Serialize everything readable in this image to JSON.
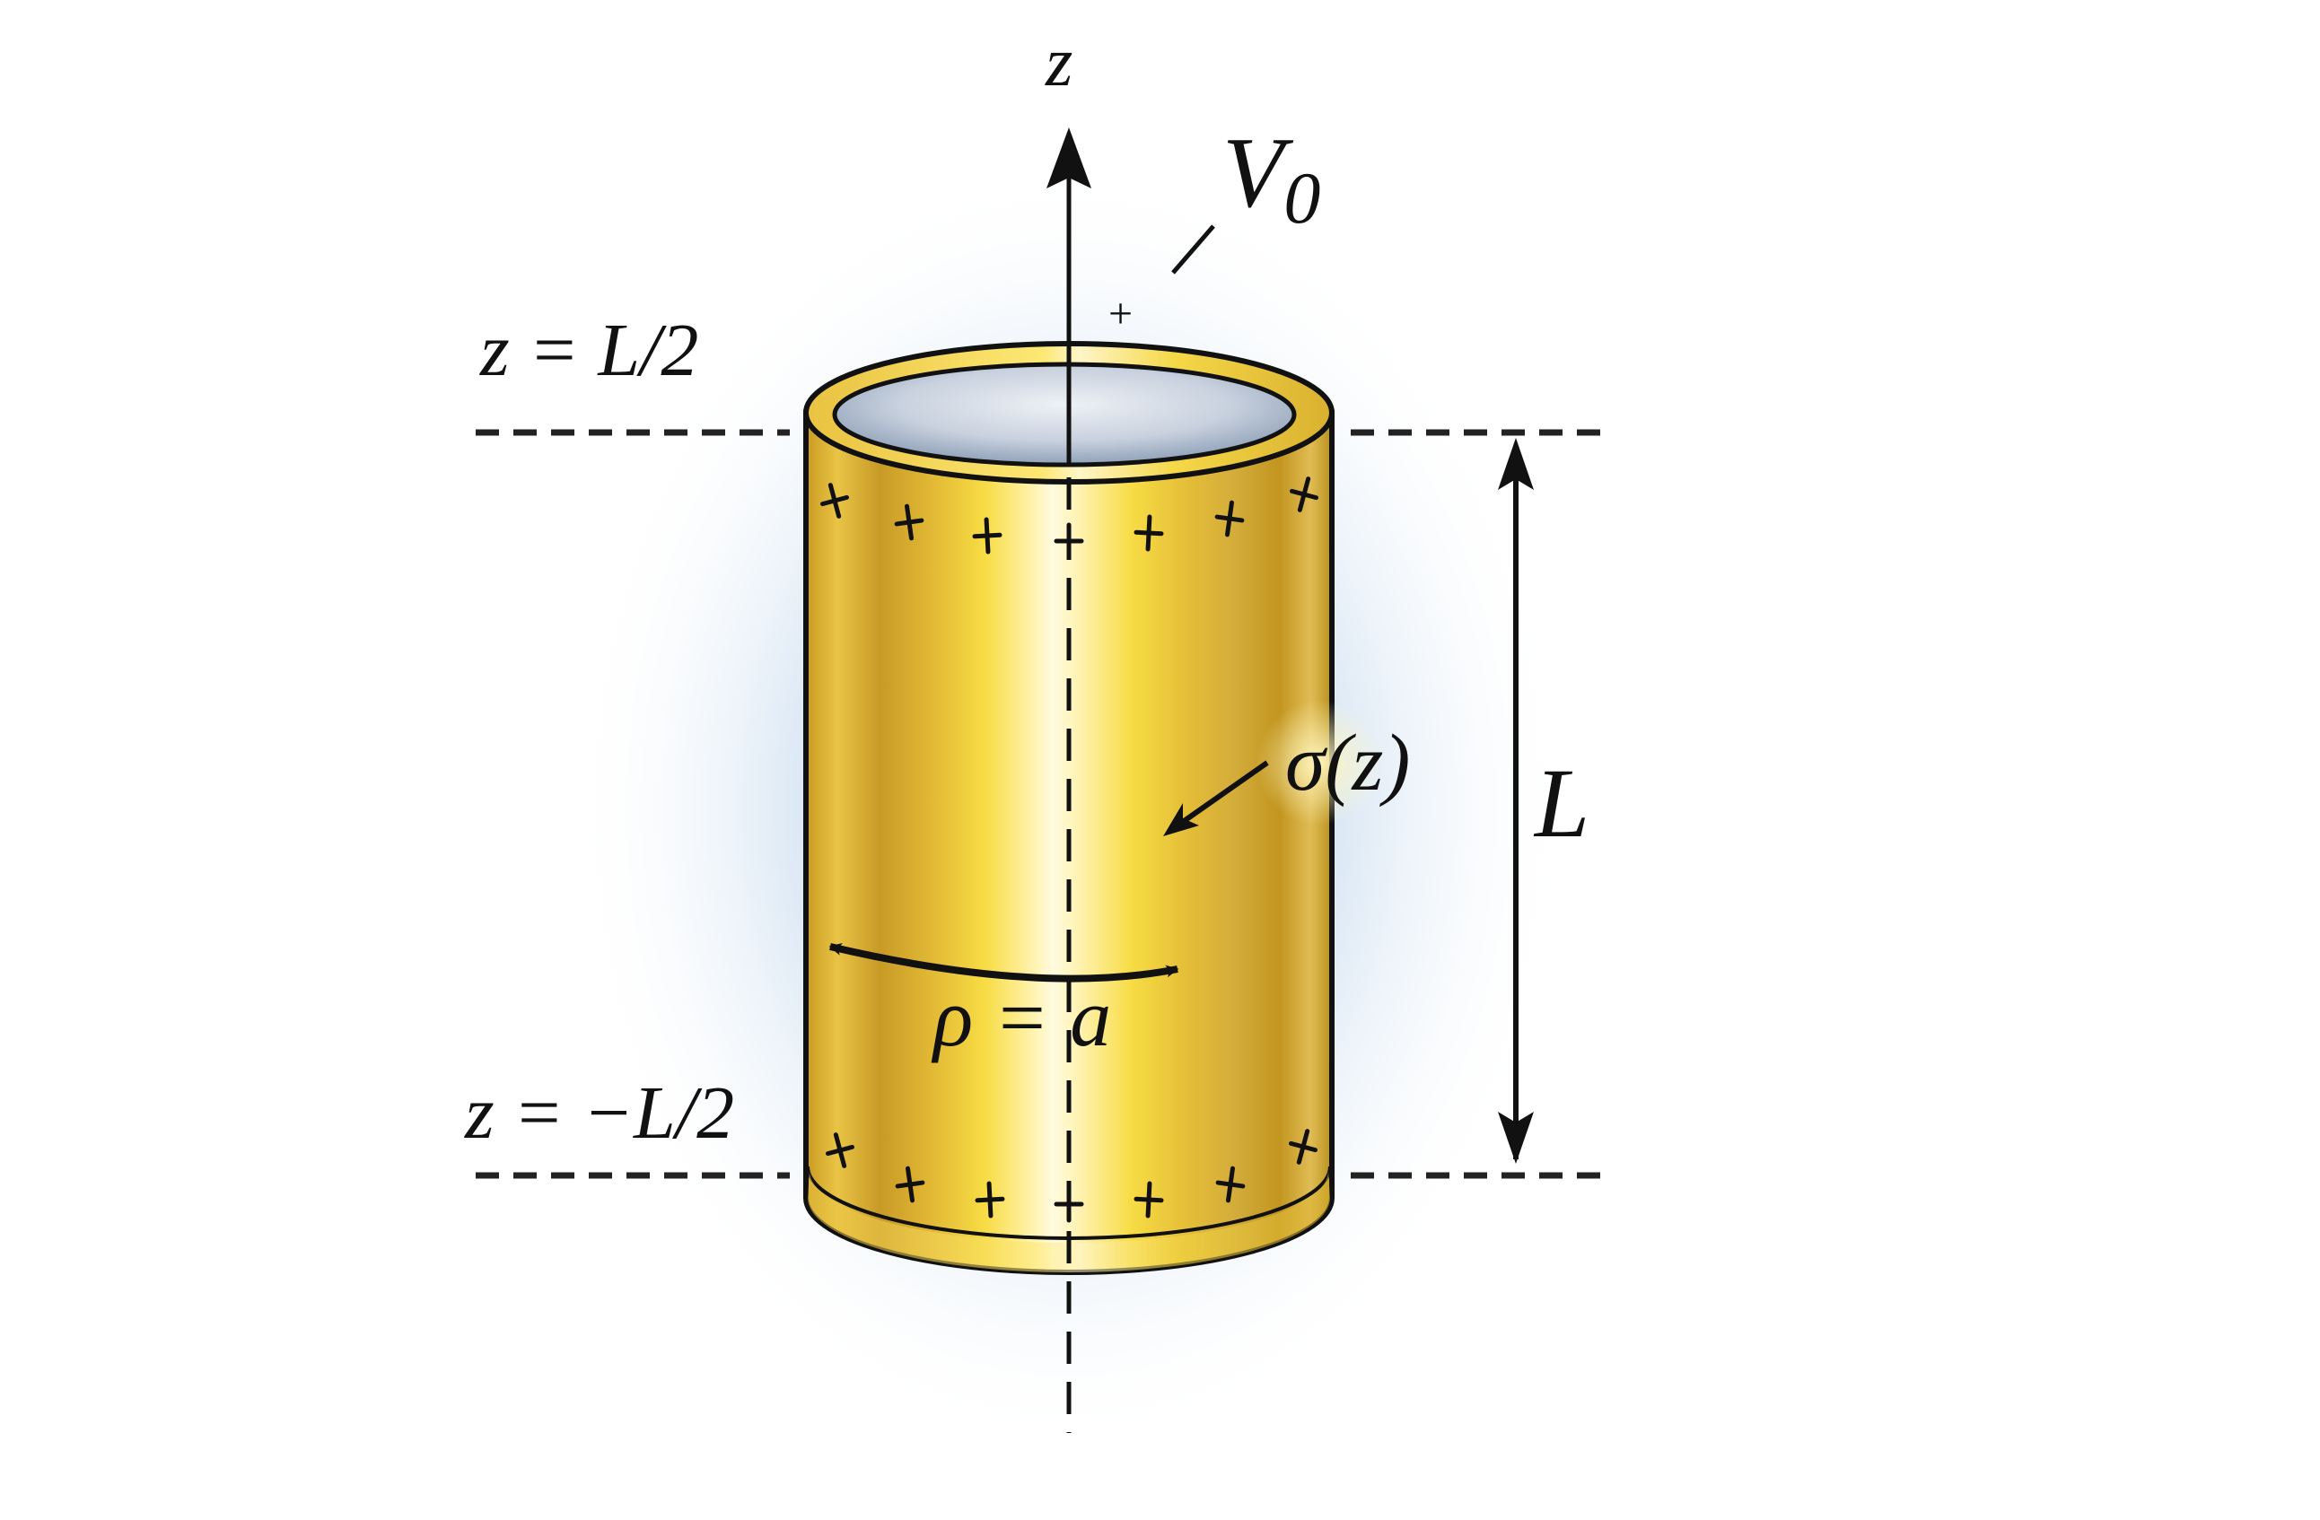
{
  "figure": {
    "description": "Hollow conducting cylinder of radius a and length L centered on the z-axis, held at potential V0, with surface charge density sigma(z)",
    "colors": {
      "background": "#ffffff",
      "glow": "#bcd3ea",
      "gold_dark": "#b8901c",
      "gold_mid": "#e8c433",
      "gold_light": "#fff3b8",
      "inner_bore": "#a9b7cc",
      "ink": "#111111"
    }
  },
  "labels": {
    "axis": "z",
    "potential_main": "V",
    "potential_sub": "0",
    "charge_sign": "+",
    "top_plane": "z = L/2",
    "bottom_plane": "z = −L/2",
    "surface_charge": "σ(z)",
    "length": "L",
    "radius": "ρ = a"
  },
  "charges": {
    "top_row_count": 7,
    "bottom_row_count": 7,
    "symbol": "+"
  }
}
